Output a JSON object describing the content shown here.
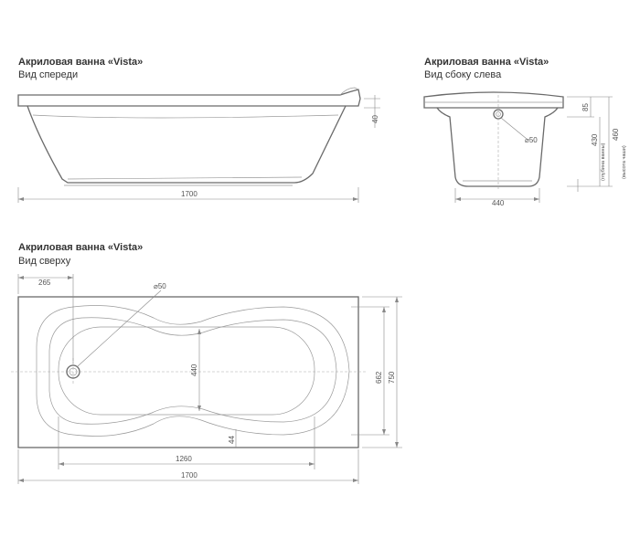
{
  "front_view": {
    "title": "Акриловая ванна «Vista»",
    "subtitle": "Вид спереди",
    "dim_length": "1700",
    "dim_rim": "40"
  },
  "side_view": {
    "title": "Акриловая ванна «Vista»",
    "subtitle": "Вид сбоку слева",
    "dim_width": "440",
    "dim_drain": "⌀50",
    "dim_rim": "85",
    "dim_depth": "430",
    "dim_depth_label": "(глубина ванны)",
    "dim_height": "460",
    "dim_height_label": "(высота чаши)"
  },
  "top_view": {
    "title": "Акриловая ванна «Vista»",
    "subtitle": "Вид сверху",
    "dim_drain_offset": "265",
    "dim_drain": "⌀50",
    "dim_inner_width": "440",
    "dim_inner_length": "1260",
    "dim_length": "1700",
    "dim_wall": "44",
    "dim_inner_depth": "662",
    "dim_outer_width": "750"
  }
}
